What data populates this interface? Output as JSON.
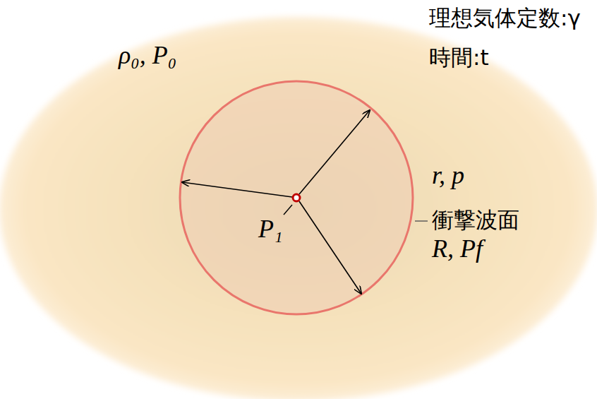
{
  "diagram": {
    "labels": [
      "理想気体定数:γ",
      "時間:t",
      "ρ₀, P₀",
      "r, p",
      "衝撃波面",
      "R, Pf",
      "P₁"
    ]
  }
}
